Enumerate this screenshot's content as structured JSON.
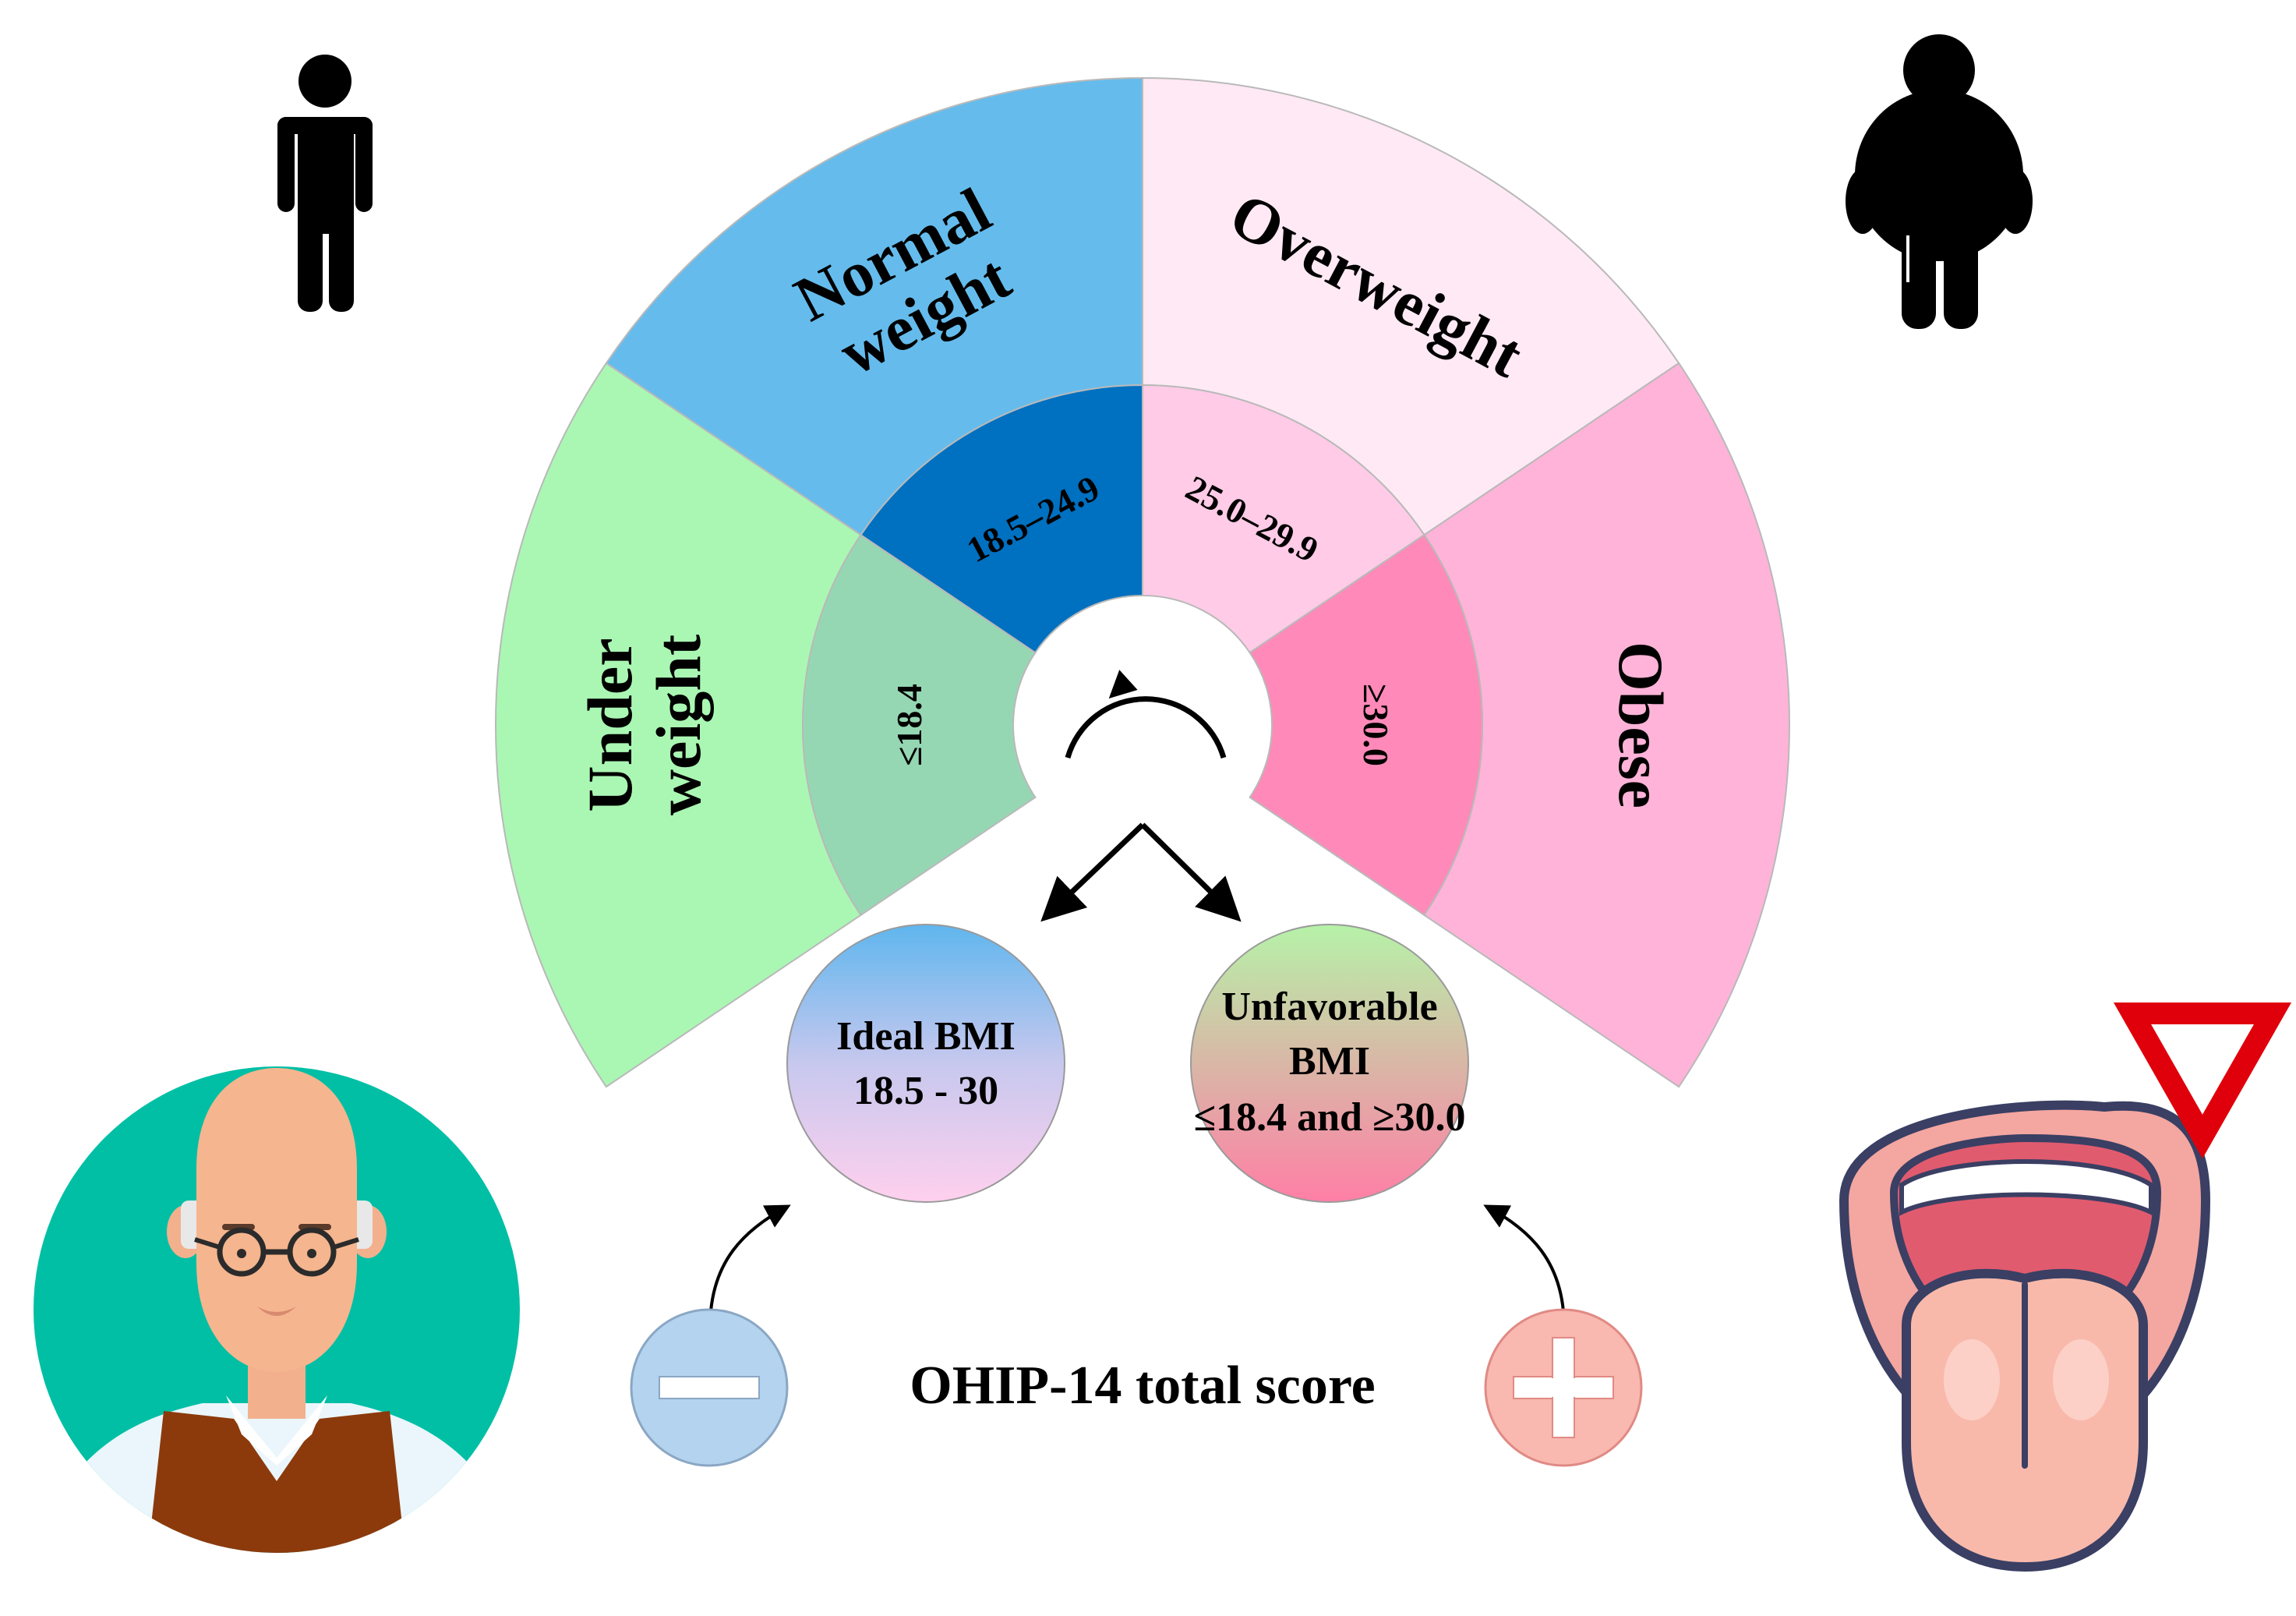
{
  "bmi_wheel": {
    "segments": [
      {
        "id": "underweight",
        "label_lines": [
          "Under",
          "weight"
        ],
        "range": "≤18.4",
        "outer_color": "#aaf7b3",
        "inner_color": "#96d7b3"
      },
      {
        "id": "normal",
        "label_lines": [
          "Normal",
          "weight"
        ],
        "range": "18.5–24.9",
        "outer_color": "#65bcec",
        "inner_color": "#0070c0"
      },
      {
        "id": "overweight",
        "label_lines": [
          "Overweight"
        ],
        "range": "25.0–29.9",
        "outer_color": "#ffe9f4",
        "inner_color": "#ffcbe7"
      },
      {
        "id": "obese",
        "label_lines": [
          "Obese"
        ],
        "range": "≥30.0",
        "outer_color": "#ffb3d8",
        "inner_color": "#ff8ab9"
      }
    ]
  },
  "categories": {
    "ideal": {
      "lines": [
        "Ideal BMI",
        "18.5 - 30"
      ]
    },
    "unfavorable": {
      "lines": [
        "Unfavorable",
        "BMI",
        "≤18.4 and ≥30.0"
      ]
    }
  },
  "score": {
    "label": "OHIP-14 total score",
    "negative_sign": "minus-icon",
    "positive_sign": "plus-icon"
  },
  "icons": {
    "top_left": "slim-person-icon",
    "top_right": "obese-person-icon",
    "bottom_left": "elderly-man-avatar",
    "bottom_right": "open-mouth-tongue-icon",
    "warning": "warning-triangle-icon"
  },
  "colors": {
    "avatar_bg": "#00bfa5",
    "minus_circle": "#b4d3ee",
    "plus_circle": "#f9b8b0",
    "warning_red": "#e0000b"
  }
}
